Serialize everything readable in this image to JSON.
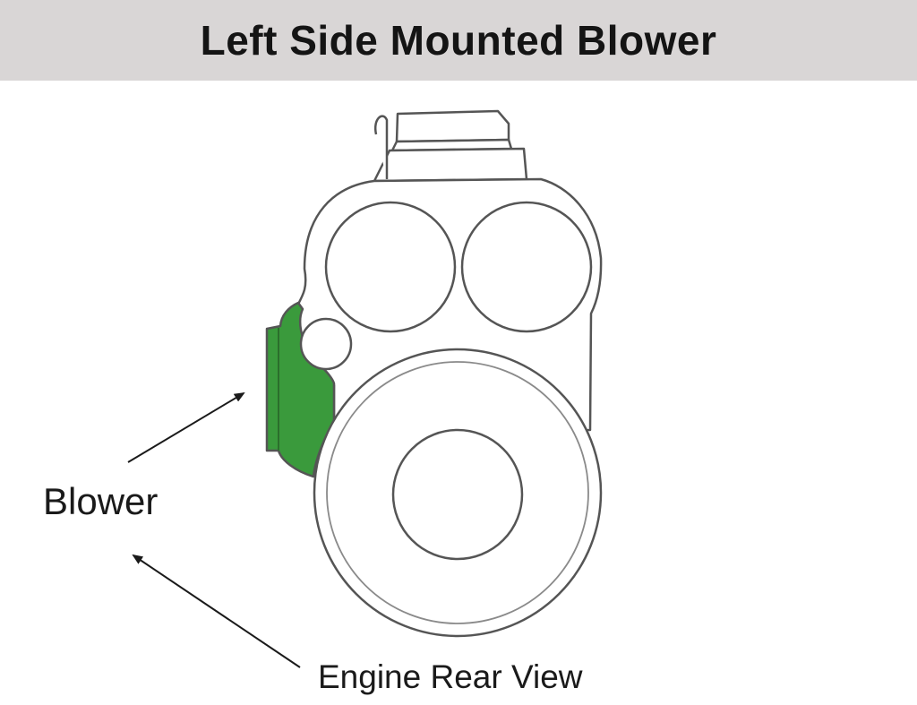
{
  "title": "Left Side Mounted Blower",
  "labels": {
    "blower": "Blower",
    "view": "Engine Rear View"
  },
  "colors": {
    "title_bar_bg": "#d9d6d6",
    "outline": "#555555",
    "blower_fill": "#3a9a3c",
    "arrow": "#1a1a1a"
  }
}
